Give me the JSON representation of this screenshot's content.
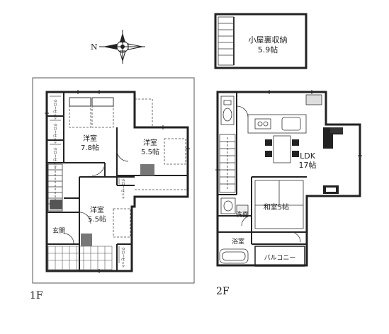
{
  "compass": {
    "north_label": "N"
  },
  "floors": {
    "first": {
      "label": "1F",
      "rooms": {
        "master": {
          "name": "洋室",
          "size": "7.8帖"
        },
        "east": {
          "name": "洋室",
          "size": "5.5帖"
        },
        "south": {
          "name": "洋室",
          "size": "5.5帖"
        },
        "entrance": "玄関"
      },
      "closet_labels": [
        "クローゼット",
        "クローゼット",
        "クローゼット",
        "クローゼット",
        "クローゼット"
      ]
    },
    "second": {
      "label": "2F",
      "attic": {
        "name": "小屋裏収納",
        "size": "5.9帖"
      },
      "ldk": {
        "name": "LDK",
        "size": "17帖"
      },
      "japanese": "和室5帖",
      "washroom": "洗面",
      "bathroom": "浴室",
      "balcony": "バルコニー"
    }
  }
}
